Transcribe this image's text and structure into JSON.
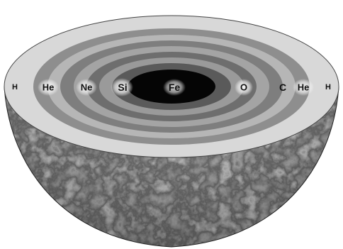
{
  "diagram": {
    "colors": {
      "background": "#ffffff",
      "rock_texture_base": "#3a3a3a",
      "shell_outer": "#d8d8d8",
      "core": "#050505"
    },
    "labels": {
      "h_left": "H",
      "he_left": "He",
      "ne": "Ne",
      "si": "Si",
      "fe": "Fe",
      "o": "O",
      "c": "C",
      "he_right": "He",
      "h_right": "H"
    }
  }
}
